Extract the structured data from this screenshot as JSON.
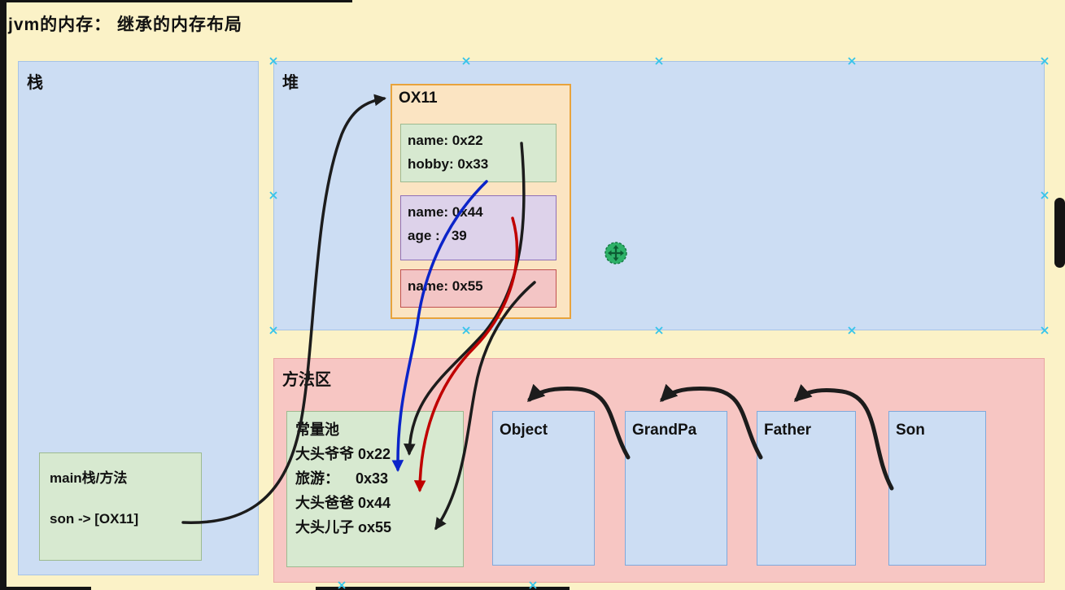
{
  "title": "jvm的内存：  继承的内存布局",
  "stack": {
    "label": "栈",
    "frame": {
      "line1": "main栈/方法",
      "line2": "son -> [OX11]"
    }
  },
  "heap": {
    "label": "堆",
    "instance": {
      "title": "OX11",
      "grandpa_fields": [
        "name: 0x22",
        "hobby: 0x33"
      ],
      "father_fields": [
        "name: 0x44",
        "age :   39"
      ],
      "son_fields": [
        "name: 0x55"
      ]
    }
  },
  "method_area": {
    "label": "方法区",
    "constant_pool": {
      "title": "常量池",
      "entries": [
        "大头爷爷 0x22",
        "旅游：    0x33",
        "大头爸爸 0x44",
        "大头儿子 ox55"
      ]
    },
    "classes": [
      {
        "name": "Object"
      },
      {
        "name": "GrandPa"
      },
      {
        "name": "Father"
      },
      {
        "name": "Son"
      }
    ]
  },
  "icons": {
    "move_cursor": "move-cursor",
    "selection_handle": "x-handle"
  },
  "colors": {
    "background": "#FBF2C7",
    "panel_blue": "#CCDDF3",
    "panel_pink": "#F7C6C3",
    "box_green": "#D7E9D0",
    "box_purple": "#DDD2EA",
    "box_pink": "#F3C5C5",
    "box_orange": "#FBE4C2",
    "arrow_black": "#1C1C1C",
    "arrow_blue": "#0B24C9",
    "arrow_red": "#C00000",
    "handle_cyan": "#35C4EA"
  }
}
